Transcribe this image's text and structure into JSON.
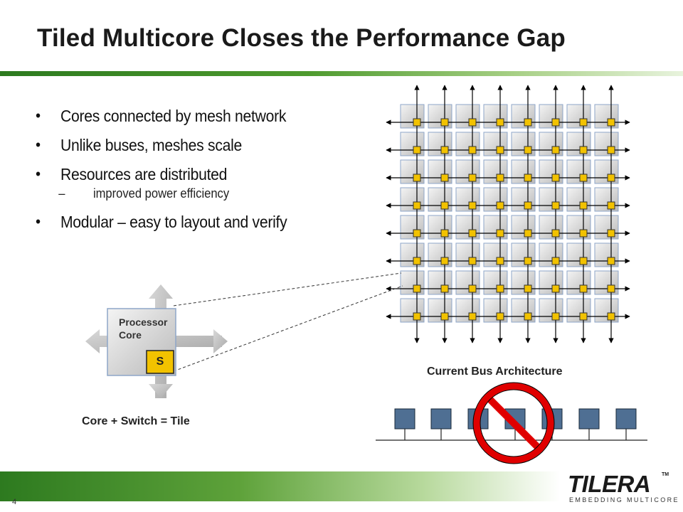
{
  "slide": {
    "title": "Tiled Multicore Closes the Performance Gap",
    "page_number": "4"
  },
  "bullets": [
    "Cores connected by mesh network",
    "Unlike buses, meshes scale",
    "Resources are distributed",
    "Modular – easy to layout and verify"
  ],
  "sub_bullet": "improved power efficiency",
  "tile": {
    "core_label": "Processor\nCore",
    "switch_label": "S",
    "caption": "Core + Switch = Tile"
  },
  "bus": {
    "title": "Current Bus Architecture"
  },
  "logo": {
    "word": "TILERA",
    "trademark": "TM",
    "tagline": "EMBEDDING MULTICORE"
  },
  "mesh": {
    "rows": 8,
    "cols": 8
  },
  "colors": {
    "accent_green": "#2d7a1f",
    "switch_yellow": "#f2c200",
    "core_gray": "#c8c8c8",
    "bus_node": "#4f6f93",
    "prohibited_red": "#e00000"
  },
  "icons": {
    "bullet": "•",
    "dash": "–"
  }
}
